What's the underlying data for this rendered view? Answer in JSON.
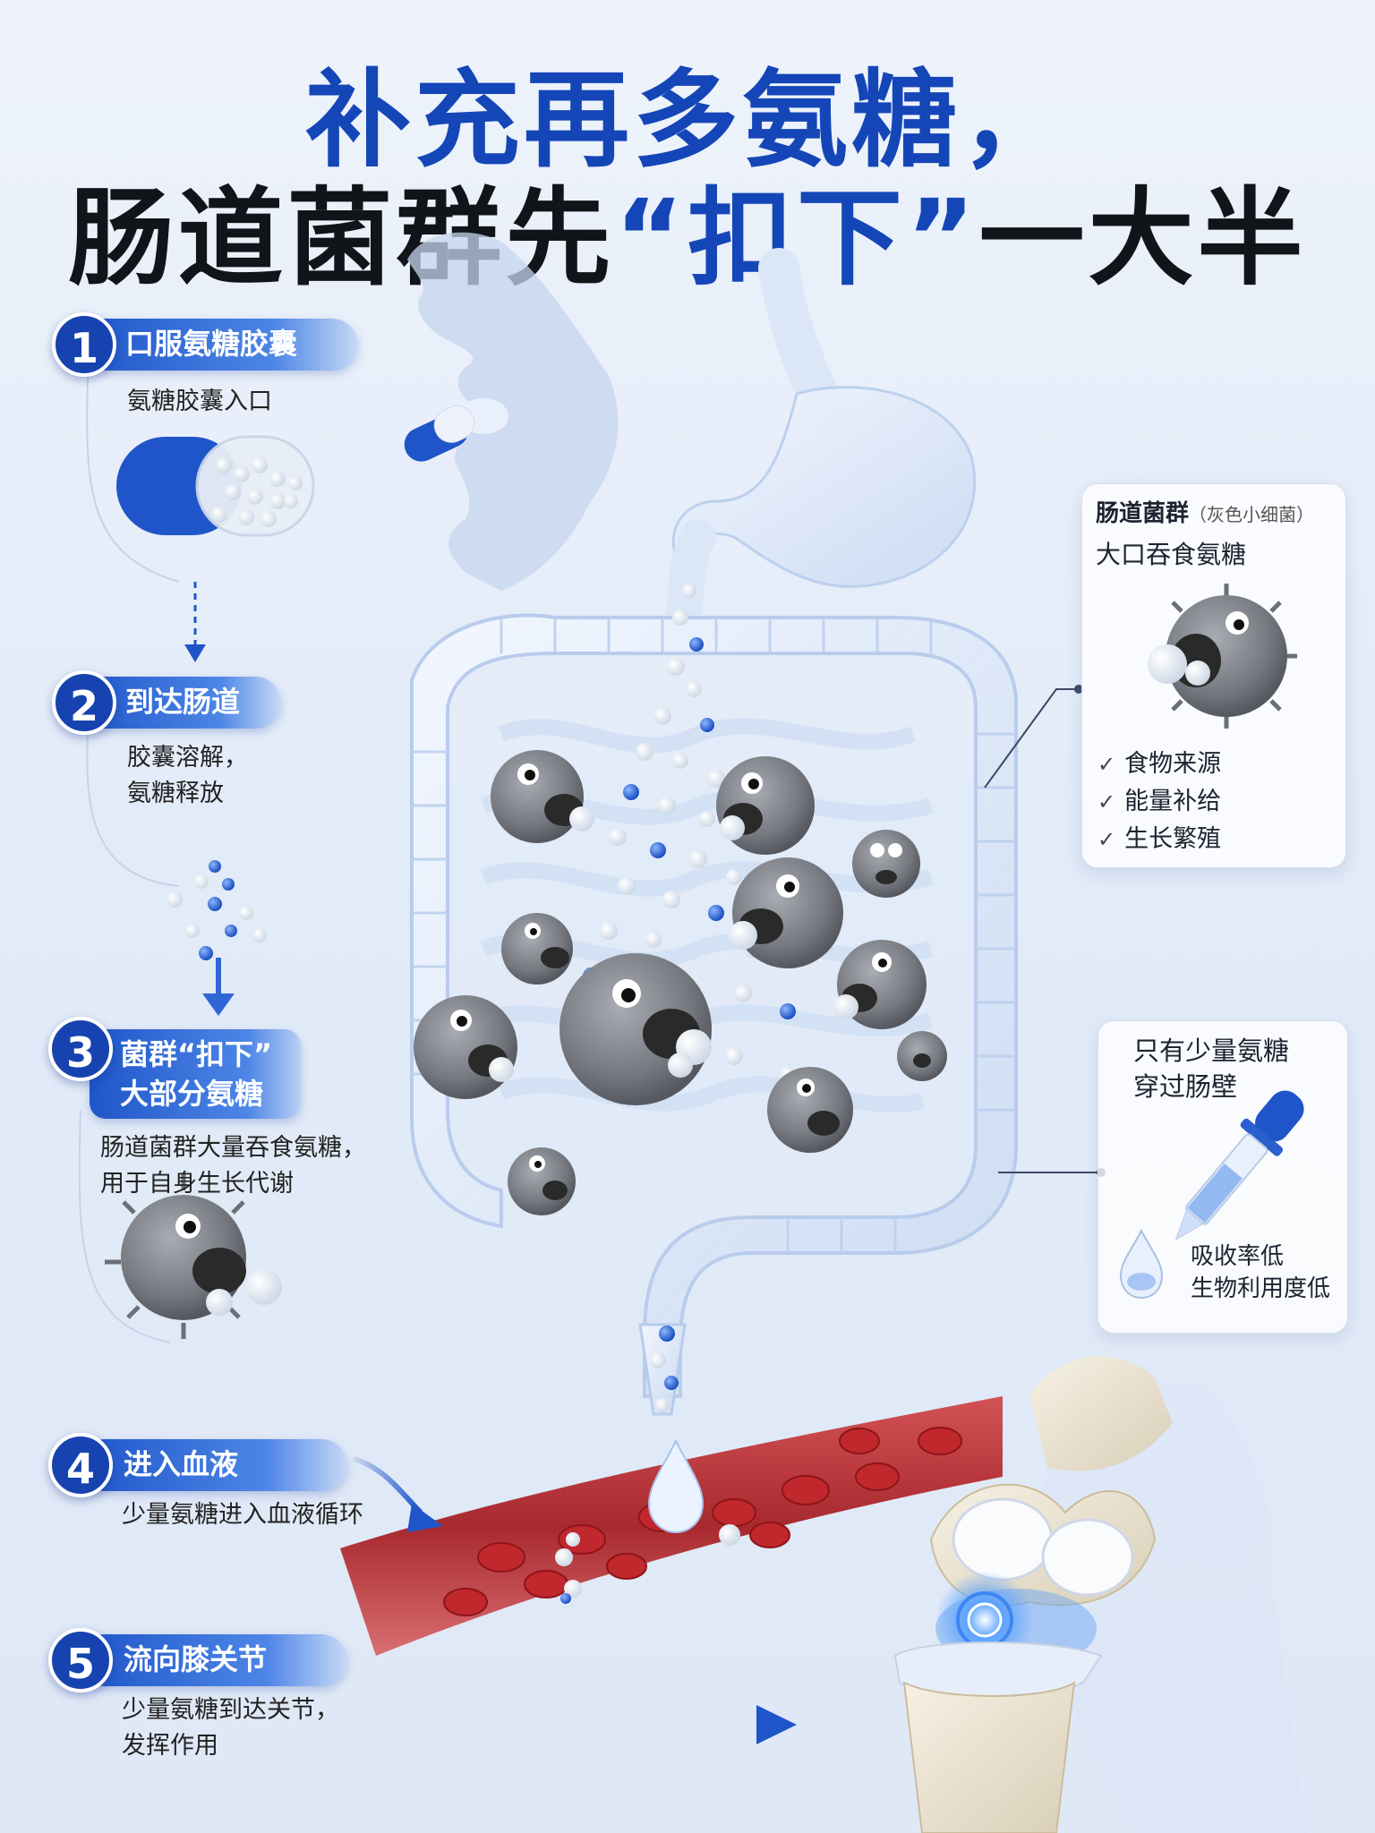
{
  "title": {
    "line1": "补充再多氨糖，",
    "line2_pre": "肠道菌群先",
    "line2_highlight": "“扣下”",
    "line2_post": "一大半"
  },
  "steps": [
    {
      "num": "1",
      "label": "口服氨糖胶囊",
      "desc": [
        "氨糖胶囊入口"
      ]
    },
    {
      "num": "2",
      "label": "到达肠道",
      "desc": [
        "胶囊溶解，",
        "氨糖释放"
      ]
    },
    {
      "num": "3",
      "label": [
        "菌群“扣下”",
        "大部分氨糖"
      ],
      "desc": [
        "肠道菌群大量吞食氨糖，",
        "用于自身生长代谢"
      ]
    },
    {
      "num": "4",
      "label": "进入血液",
      "desc": [
        "少量氨糖进入血液循环"
      ]
    },
    {
      "num": "5",
      "label": "流向膝关节",
      "desc": [
        "少量氨糖到达关节，",
        "发挥作用"
      ]
    }
  ],
  "card_bacteria": {
    "title": "肠道菌群",
    "title_note": "（灰色小细菌）",
    "subtitle": "大口吞食氨糖",
    "items": [
      "食物来源",
      "能量补给",
      "生长繁殖"
    ]
  },
  "card_absorb": {
    "title": [
      "只有少量氨糖",
      "穿过肠壁"
    ],
    "notes": [
      "吸收率低",
      "生物利用度低"
    ]
  },
  "colors": {
    "brand_blue": "#1546b8",
    "blood_red": "#b3262a",
    "bacteria_gray": "#7d8188"
  }
}
